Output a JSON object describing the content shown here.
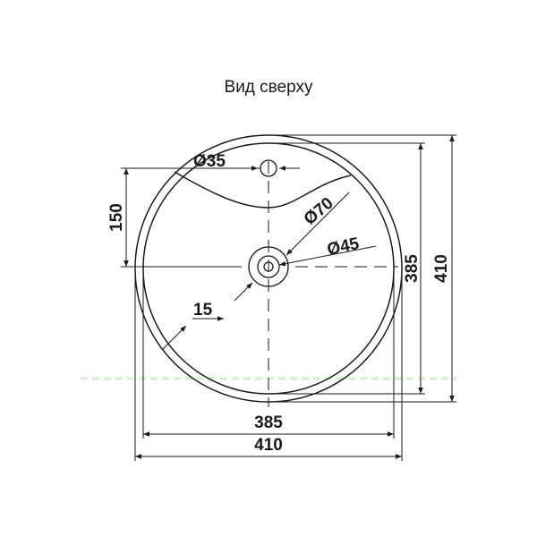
{
  "view_title": "Вид сверху",
  "dimensions": {
    "tap_hole_diameter": "Ø35",
    "drain_outer_diameter": "Ø70",
    "drain_inner_diameter": "Ø45",
    "tap_hole_offset": "150",
    "rim_width": "15",
    "inner_width": "385",
    "outer_width": "410",
    "inner_height": "385",
    "outer_height": "410"
  },
  "colors": {
    "line": "#1a1a1a",
    "watermark": "#c8e6c0"
  }
}
